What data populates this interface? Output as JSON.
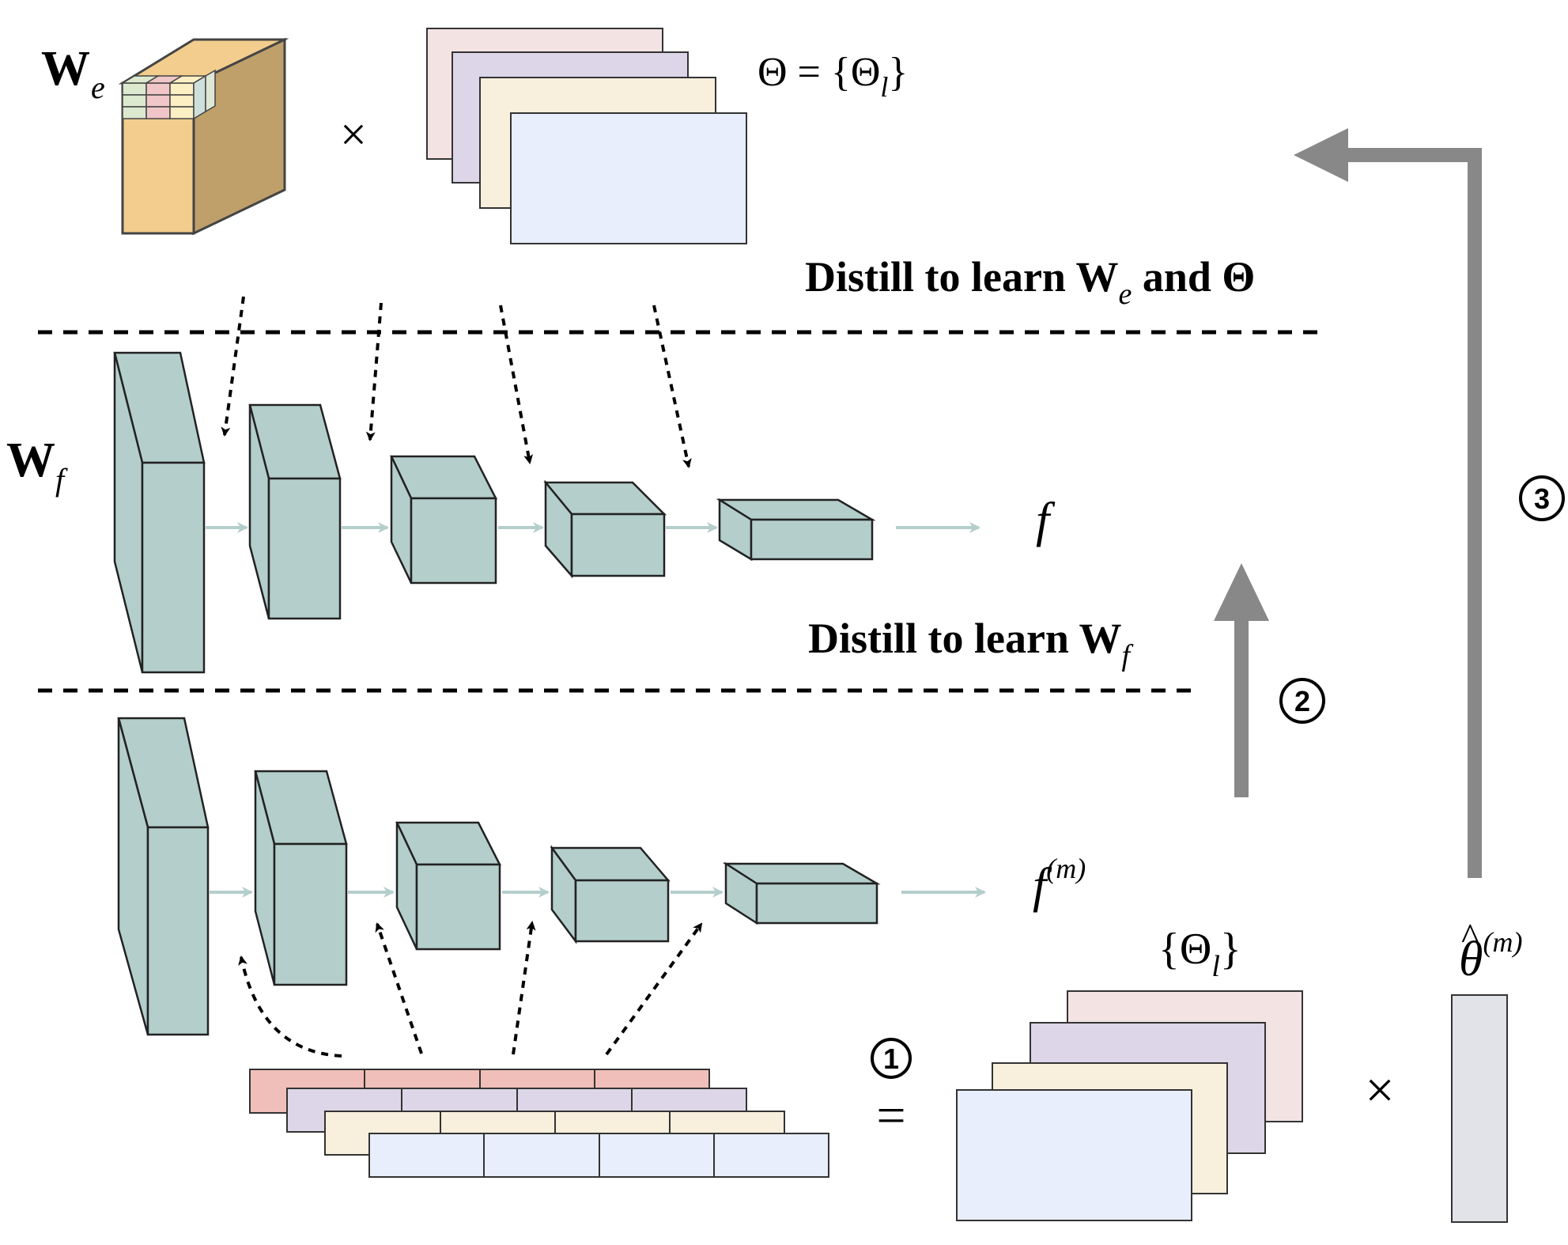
{
  "labels": {
    "we_main": "W",
    "we_sub": "e",
    "wf_main": "W",
    "wf_sub": "f",
    "times_top": "×",
    "theta_eq": "Θ = {Θ",
    "theta_eq_sub": "l",
    "theta_eq_close": "}",
    "distill1_a": "Distill to learn W",
    "distill1_sub": "e",
    "distill1_b": " and Θ",
    "distill2_a": "Distill to learn W",
    "distill2_sub": "f",
    "f_label": "f",
    "fm_label": "f",
    "fm_sup": "(m)",
    "theta_set_open": "{Θ",
    "theta_set_sub": "l",
    "theta_set_close": "}",
    "theta_hat": "θ",
    "theta_hat_accent": "^",
    "theta_hat_sup": "(m)",
    "times_bottom": "×",
    "equals": "=",
    "step1": "1",
    "step2": "2",
    "step3": "3"
  },
  "colors": {
    "teal_block": "#b4cecb",
    "slab_front": "#f2cd8d",
    "slab_side": "#bfa06b",
    "gray_arrow": "#888888",
    "teal_arrow": "#b4cecb",
    "pink_layer": "#f4e3e3",
    "lavender_layer": "#ddd6e8",
    "cream_layer": "#f8efdd",
    "blue_layer": "#e8eefb",
    "salmon_row": "#f0bfb9",
    "vector_fill": "#e2e3e9"
  }
}
